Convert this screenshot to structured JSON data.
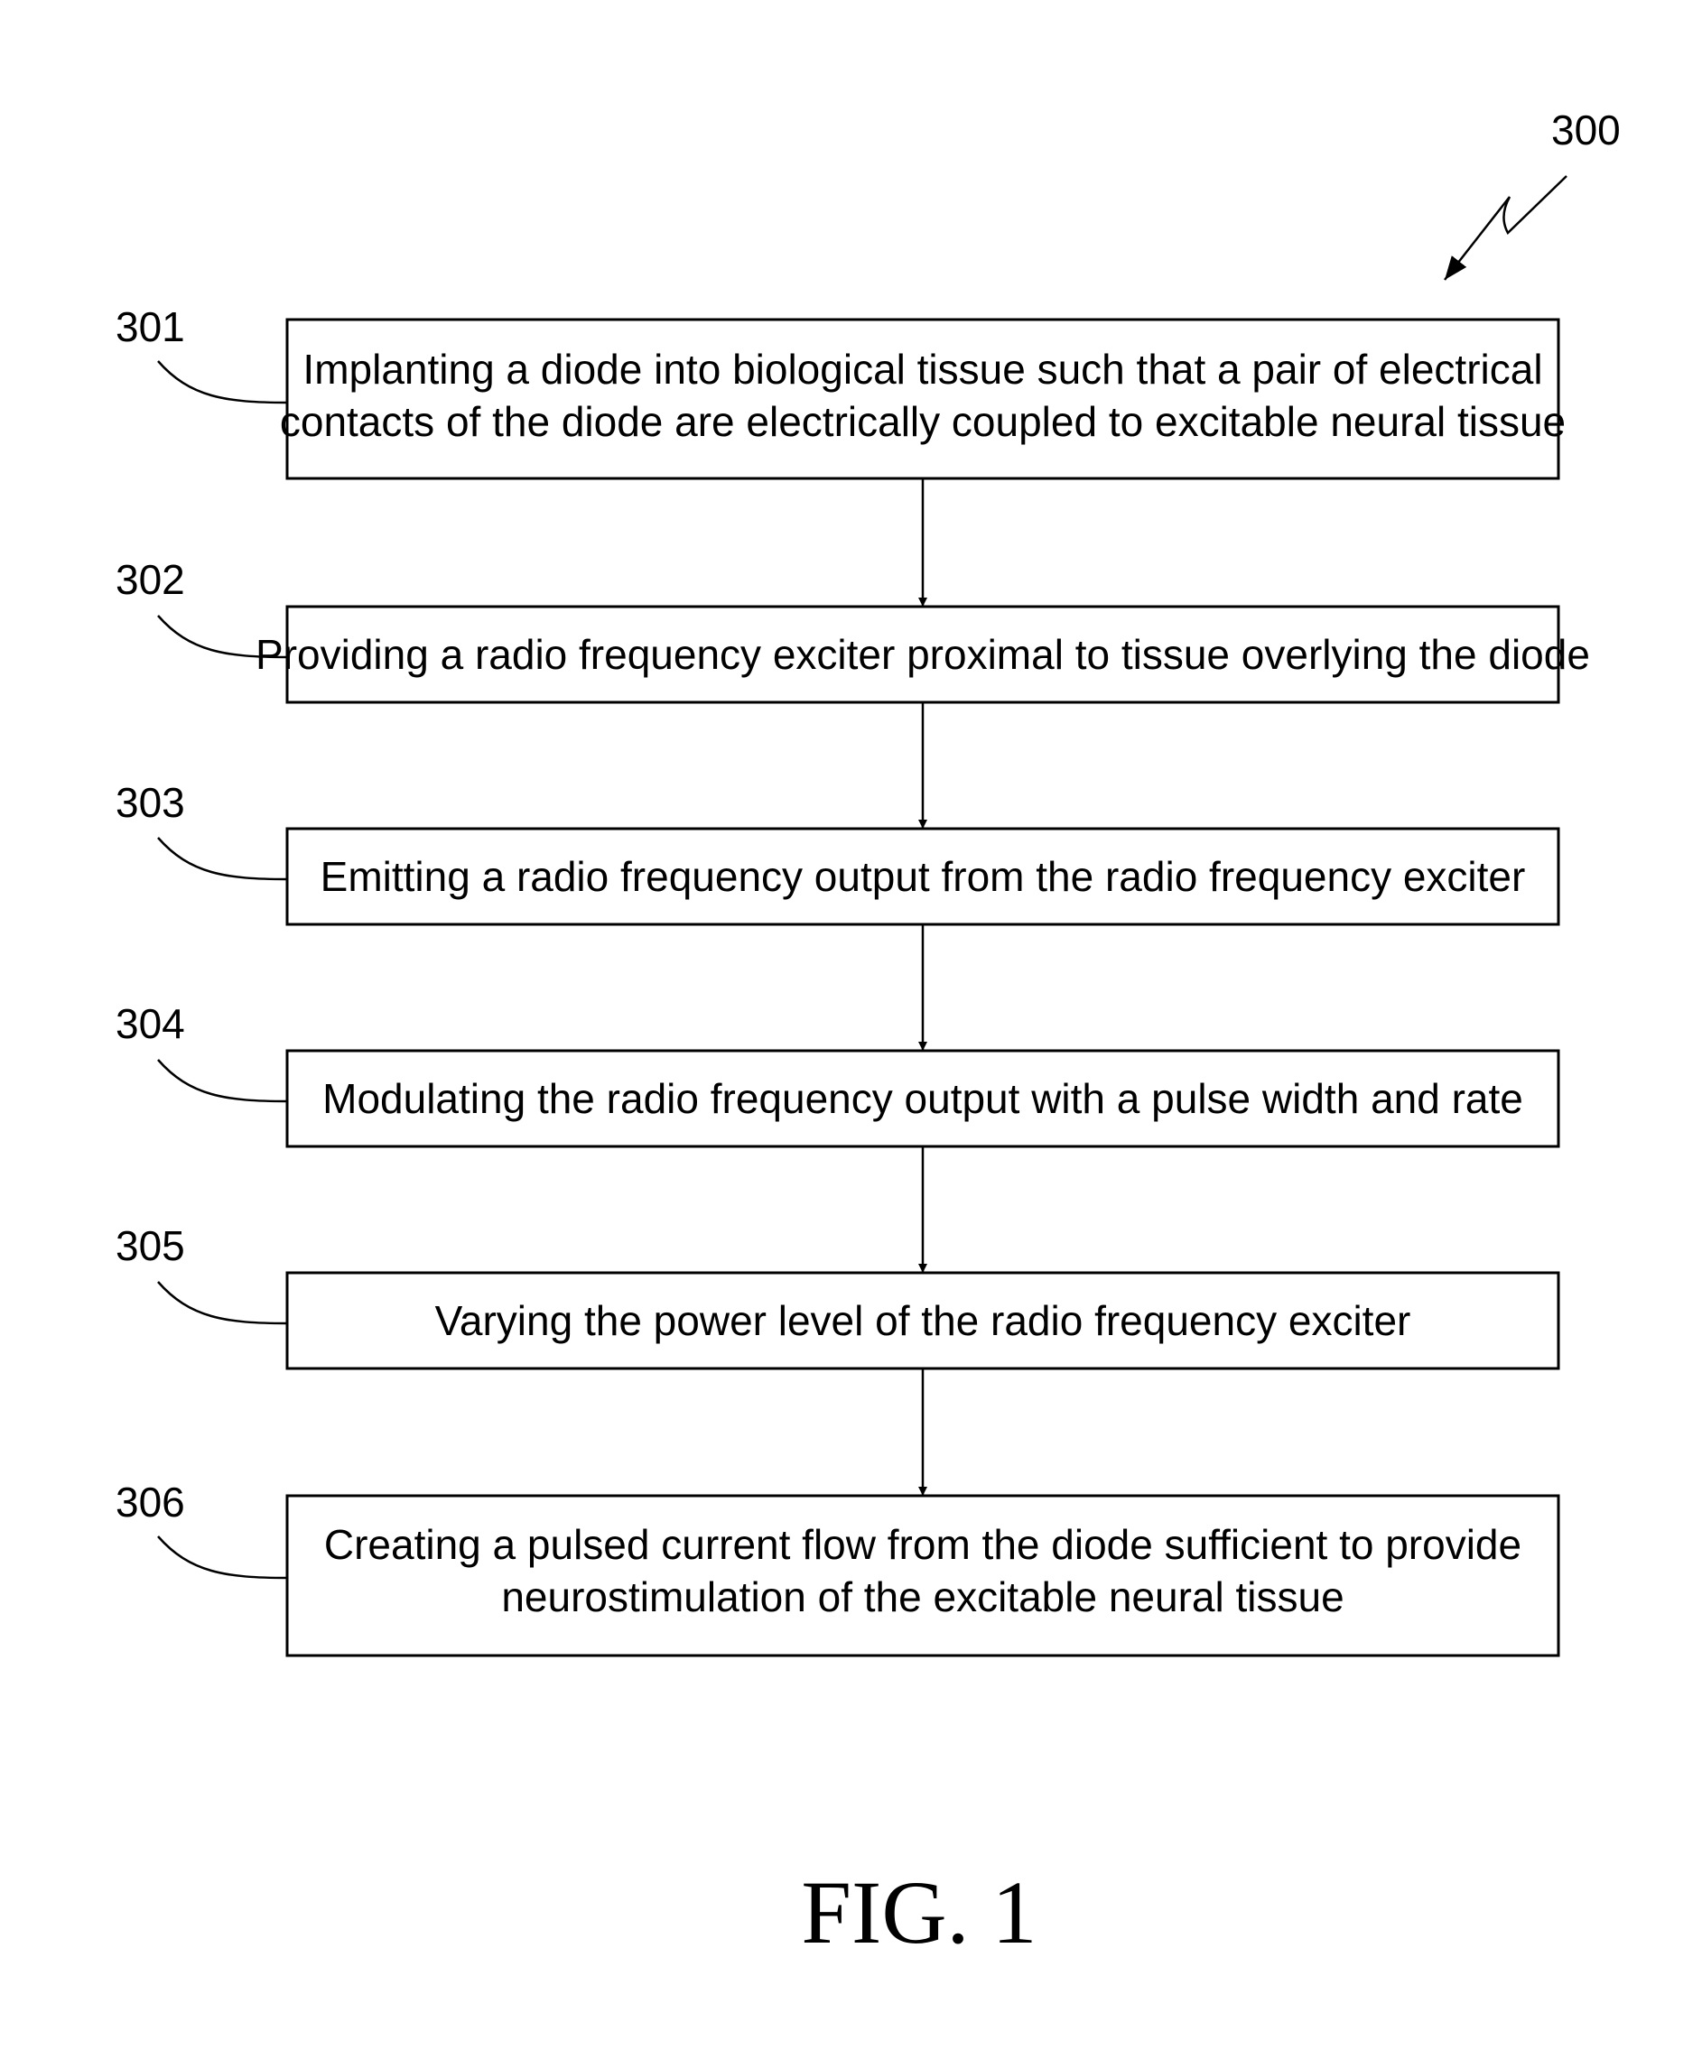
{
  "figure": {
    "reference": "300",
    "caption": "FIG. 1"
  },
  "steps": [
    {
      "ref": "301",
      "lines": [
        "Implanting a diode into biological tissue such that a pair of electrical",
        "contacts of the diode are electrically coupled to excitable neural tissue"
      ]
    },
    {
      "ref": "302",
      "lines": [
        "Providing a radio frequency exciter proximal to tissue overlying the diode"
      ]
    },
    {
      "ref": "303",
      "lines": [
        "Emitting a radio frequency output from the radio frequency exciter"
      ]
    },
    {
      "ref": "304",
      "lines": [
        "Modulating the radio frequency output with a pulse width and rate"
      ]
    },
    {
      "ref": "305",
      "lines": [
        "Varying the power level of the radio frequency exciter"
      ]
    },
    {
      "ref": "306",
      "lines": [
        "Creating a pulsed current flow from the diode sufficient to provide",
        "neurostimulation of the excitable neural tissue"
      ]
    }
  ]
}
